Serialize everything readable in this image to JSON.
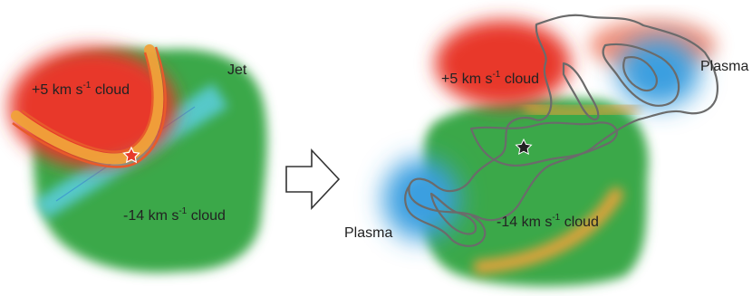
{
  "left_panel": {
    "jet_label": "Jet",
    "cloud_pos_value": "+5 km s",
    "cloud_pos_exp": "-1",
    "cloud_pos_suffix": " cloud",
    "cloud_neg_value": "-14 km s",
    "cloud_neg_exp": "-1",
    "cloud_neg_suffix": " cloud"
  },
  "right_panel": {
    "plasma_top_label": "Plasma",
    "plasma_left_label": "Plasma",
    "cloud_pos_value": "+5 km s",
    "cloud_pos_exp": "-1",
    "cloud_pos_suffix": " cloud",
    "cloud_neg_value": "-14 km s",
    "cloud_neg_exp": "-1",
    "cloud_neg_suffix": " cloud"
  },
  "arrow": {
    "icon": "right-arrow-icon"
  },
  "colors": {
    "red_cloud": "#e8392b",
    "green_cloud": "#3aa84a",
    "orange_arc": "#f0a23a",
    "jet_cyan": "#5ccfe0",
    "plasma_blue": "#3a9fe0",
    "contour_gray": "#6b6b6b",
    "star_red": "#e8392b",
    "star_black": "#222222"
  }
}
